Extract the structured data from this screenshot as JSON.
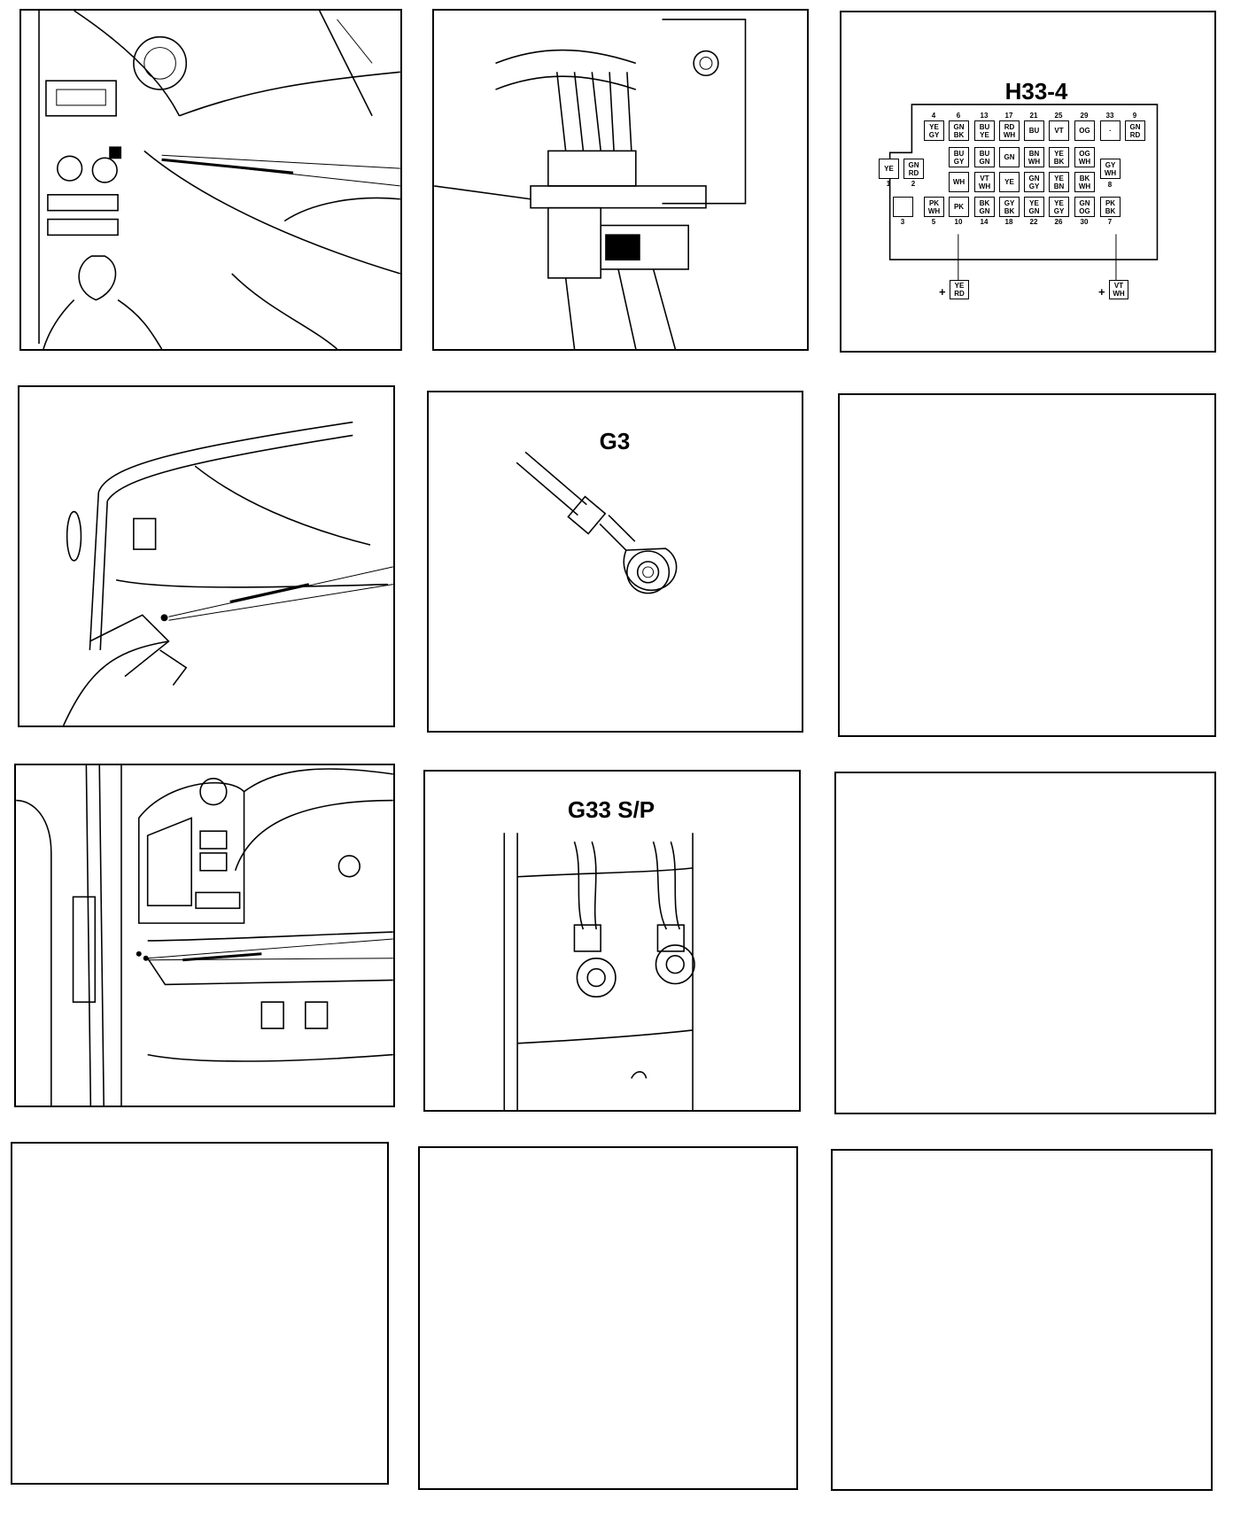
{
  "panels": {
    "h33_connector": {
      "title": "H33-4",
      "top_row": [
        {
          "num": "4",
          "lines": [
            "YE",
            "GY"
          ]
        },
        {
          "num": "6",
          "lines": [
            "GN",
            "BK"
          ]
        },
        {
          "num": "13",
          "lines": [
            "BU",
            "YE"
          ]
        },
        {
          "num": "17",
          "lines": [
            "RD",
            "WH"
          ]
        },
        {
          "num": "21",
          "lines": [
            "BU"
          ]
        },
        {
          "num": "25",
          "lines": [
            "VT"
          ]
        },
        {
          "num": "29",
          "lines": [
            "OG"
          ]
        },
        {
          "num": "33",
          "lines": [
            "·"
          ]
        },
        {
          "num": "9",
          "lines": [
            "GN",
            "RD"
          ]
        }
      ],
      "mid_row": [
        {
          "num": "1",
          "lines": [
            "YE"
          ]
        },
        {
          "num": "2",
          "lines": [
            "GN",
            "RD"
          ]
        },
        {
          "num": "",
          "lines": [
            "BU",
            "GY"
          ]
        },
        {
          "num": "",
          "lines": [
            "BU",
            "GN"
          ]
        },
        {
          "num": "",
          "lines": [
            "GN"
          ]
        },
        {
          "num": "",
          "lines": [
            "BN",
            "WH"
          ]
        },
        {
          "num": "",
          "lines": [
            "YE",
            "BK"
          ]
        },
        {
          "num": "",
          "lines": [
            "OG",
            "WH"
          ]
        },
        {
          "num": "",
          "lines": [
            "GY",
            "WH"
          ]
        }
      ],
      "mid_row2": [
        {
          "num": "",
          "lines": [
            "WH"
          ]
        },
        {
          "num": "",
          "lines": [
            "VT",
            "WH"
          ]
        },
        {
          "num": "",
          "lines": [
            "YE"
          ]
        },
        {
          "num": "",
          "lines": [
            "GN",
            "GY"
          ]
        },
        {
          "num": "",
          "lines": [
            "YE",
            "BN"
          ]
        },
        {
          "num": "",
          "lines": [
            "BK",
            "WH"
          ]
        }
      ],
      "bottom_row": [
        {
          "num": "3",
          "lines": [
            ""
          ]
        },
        {
          "num": "5",
          "lines": [
            "PK",
            "WH"
          ]
        },
        {
          "num": "10",
          "lines": [
            "PK"
          ]
        },
        {
          "num": "14",
          "lines": [
            "BK",
            "GN"
          ]
        },
        {
          "num": "18",
          "lines": [
            "GY",
            "BK"
          ]
        },
        {
          "num": "22",
          "lines": [
            "YE",
            "GN"
          ]
        },
        {
          "num": "26",
          "lines": [
            "YE",
            "GY"
          ]
        },
        {
          "num": "30",
          "lines": [
            "GN",
            "OG"
          ]
        },
        {
          "num": "7",
          "lines": [
            "PK",
            "BK"
          ]
        }
      ],
      "side_num": "8",
      "callout_left": {
        "sign": "+",
        "lines": [
          "YE",
          "RD"
        ]
      },
      "callout_right": {
        "sign": "+",
        "lines": [
          "VT",
          "WH"
        ]
      }
    },
    "g3": {
      "title": "G3"
    },
    "g33": {
      "title": "G33 S/P"
    }
  }
}
